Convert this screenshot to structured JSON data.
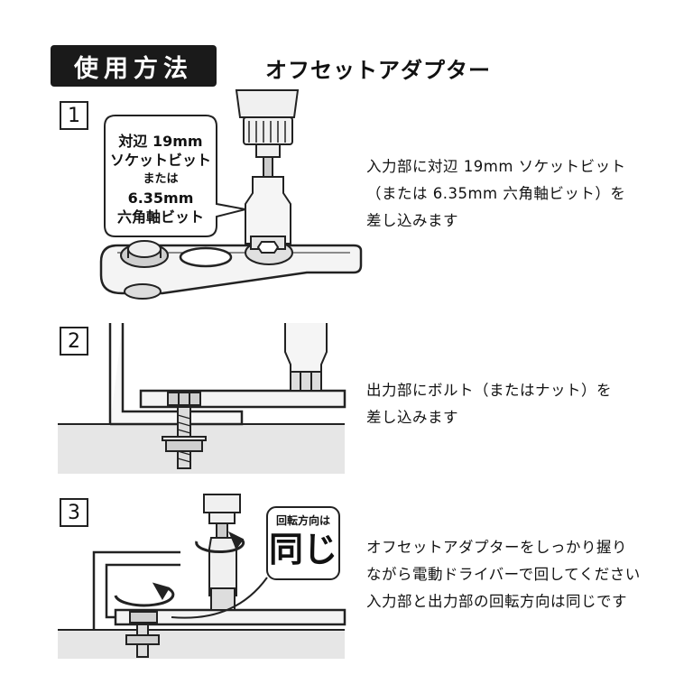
{
  "header": {
    "title": "使用方法",
    "subtitle": "オフセットアダプター"
  },
  "steps": [
    {
      "number": "1",
      "callout_lines": [
        "対辺 19mm",
        "ソケットビット",
        "または",
        "6.35mm",
        "六角軸ビット"
      ],
      "description": [
        "入力部に対辺 19mm ソケットビット",
        "（または 6.35mm 六角軸ビット）を",
        "差し込みます"
      ]
    },
    {
      "number": "2",
      "description": [
        "出力部にボルト（またはナット）を",
        "差し込みます"
      ]
    },
    {
      "number": "3",
      "callout_small": "回転方向は",
      "callout_big": "同じ",
      "description": [
        "オフセットアダプターをしっかり握り",
        "ながら電動ドライバーで回してください",
        "入力部と出力部の回転方向は同じです"
      ]
    }
  ],
  "colors": {
    "badge_bg": "#1a1a1a",
    "line": "#222222",
    "floor": "#e6e6e6",
    "metal_light": "#f2f2f2",
    "metal_mid": "#bdbdbd"
  }
}
